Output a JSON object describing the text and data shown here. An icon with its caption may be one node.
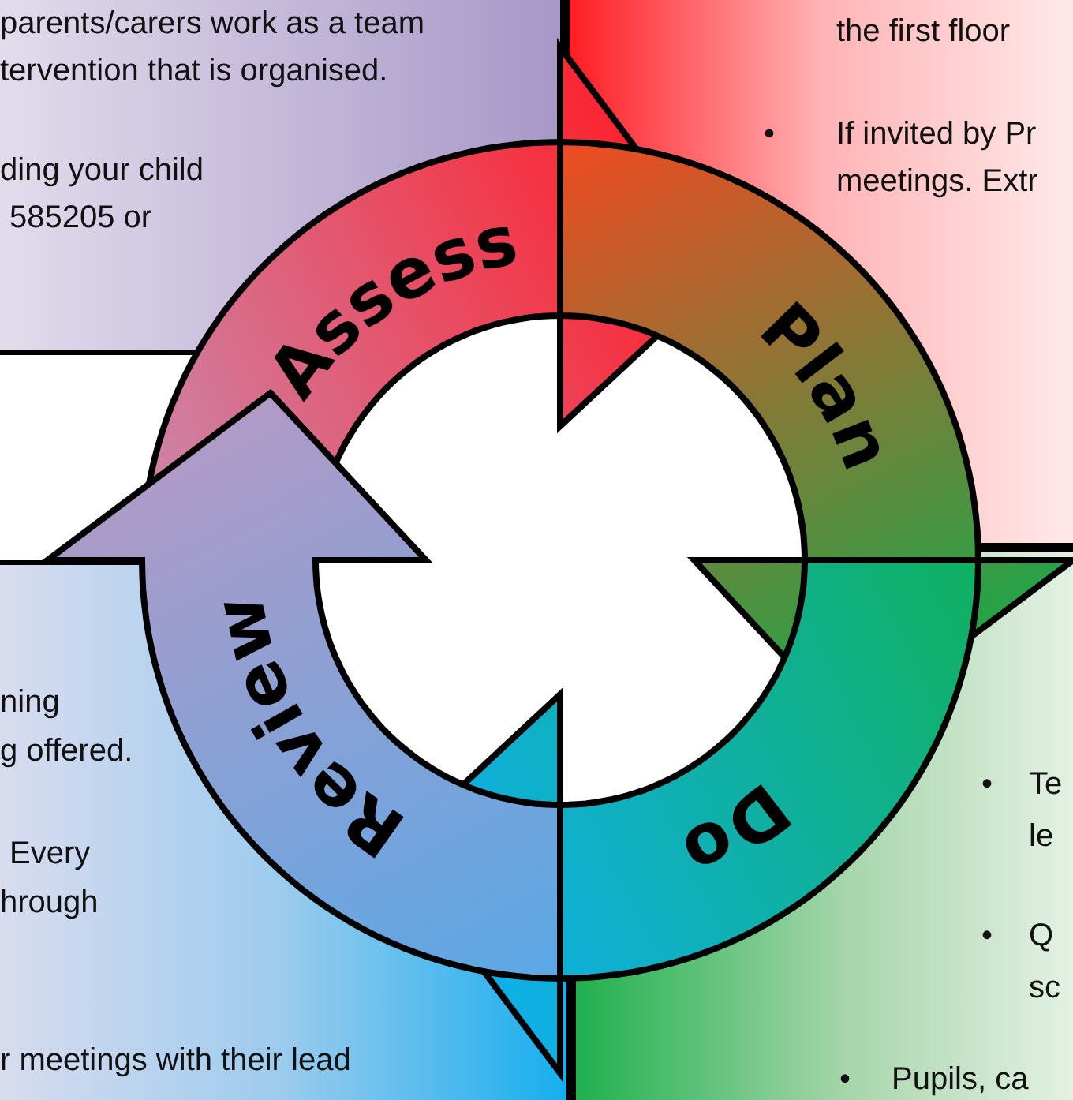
{
  "diagram": {
    "nodes": [
      {
        "text": [
          "Assess"
        ]
      },
      {
        "text": [
          "Plan"
        ]
      },
      {
        "text": [
          "Do"
        ]
      },
      {
        "text": [
          "Review"
        ]
      }
    ],
    "labels": [
      "parents/carers work as a team",
      "tervention that is organised.",
      "ding your child",
      "585205 or",
      "the first floor",
      "•",
      "If invited by Pr",
      "meetings. Extr",
      "ning",
      "g offered.",
      "Every",
      "hrough",
      "r meetings with their lead",
      "•",
      "Te",
      "le",
      "•",
      "Q",
      "sc",
      "•",
      "Pupils, ca"
    ]
  }
}
